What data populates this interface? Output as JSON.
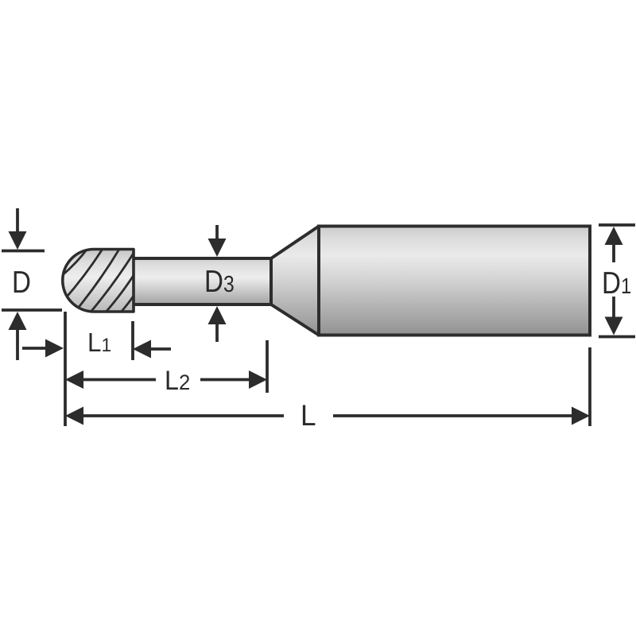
{
  "diagram": {
    "type": "technical-dimension-drawing",
    "subject": "ball-nose-end-mill",
    "labels": {
      "d": {
        "main": "D",
        "sub": ""
      },
      "d1": {
        "main": "D",
        "sub": "1"
      },
      "d3": {
        "main": "D",
        "sub": "3"
      },
      "l": {
        "main": "L",
        "sub": ""
      },
      "l1": {
        "main": "L",
        "sub": "1"
      },
      "l2": {
        "main": "L",
        "sub": "2"
      }
    },
    "colors": {
      "background": "#ffffff",
      "outline": "#2d2d2d",
      "dimension_lines": "#2c2c2c",
      "text": "#2b2b2b",
      "metal_light": "#eeeeee",
      "metal_mid": "#c7c7c7",
      "metal_dark": "#8f8f8f"
    }
  }
}
